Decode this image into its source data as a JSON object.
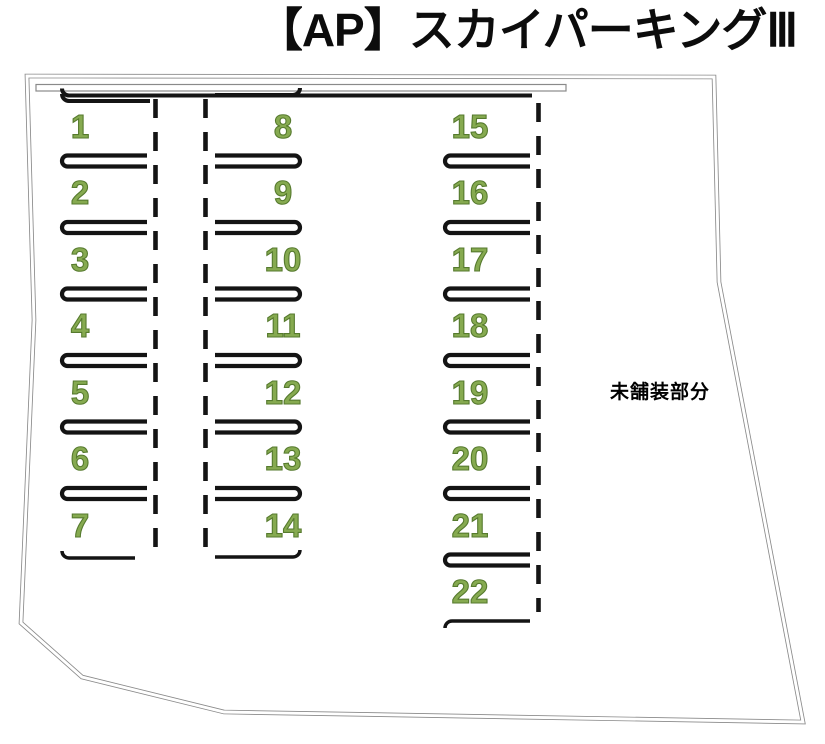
{
  "title": "【AP】スカイパーキングⅢ",
  "unpaved_label": "未舗装部分",
  "colors": {
    "stall_number_fill": "#86aa50",
    "stall_number_outline": "#567a2e",
    "parking_line": "#141414",
    "boundary_line": "#8a8a8a",
    "background": "#ffffff"
  },
  "columns": [
    {
      "name": "column-1",
      "cap_side": "left",
      "spaces": [
        "1",
        "2",
        "3",
        "4",
        "5",
        "6",
        "7"
      ]
    },
    {
      "name": "column-2",
      "cap_side": "right",
      "spaces": [
        "8",
        "9",
        "10",
        "11",
        "12",
        "13",
        "14"
      ]
    },
    {
      "name": "column-3",
      "cap_side": "left",
      "spaces": [
        "15",
        "16",
        "17",
        "18",
        "19",
        "20",
        "21",
        "22"
      ]
    }
  ]
}
